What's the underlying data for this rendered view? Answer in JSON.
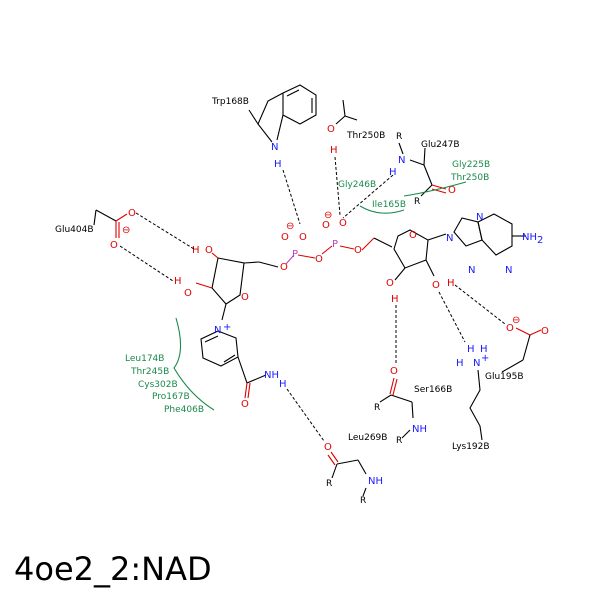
{
  "title": "4oe2_2:NAD",
  "residues": {
    "trp168b": "Trp168B",
    "thr250b_top": "Thr250B",
    "glu247b": "Glu247B",
    "gly225b": "Gly225B",
    "thr250b": "Thr250B",
    "gly246b": "Gly246B",
    "ile165b": "Ile165B",
    "glu404b": "Glu404B",
    "leu174b": "Leu174B",
    "thr245b": "Thr245B",
    "cys302b": "Cys302B",
    "pro167b": "Pro167B",
    "phe406b": "Phe406B",
    "ser166b": "Ser166B",
    "leu269b": "Leu269B",
    "glu195b": "Glu195B",
    "lys192b": "Lys192B"
  },
  "atoms": {
    "o": "O",
    "n": "N",
    "p": "P",
    "h": "H",
    "r": "R",
    "nh": "NH",
    "nh2": "NH",
    "nh2_sub": "2",
    "nplus": "N",
    "plus": "+",
    "minus": "⊖"
  },
  "colors": {
    "oxygen": "#e00000",
    "nitrogen": "#1a1aff",
    "phosphorus": "#c040c0",
    "hydrophobic": "#1a8a4a"
  }
}
